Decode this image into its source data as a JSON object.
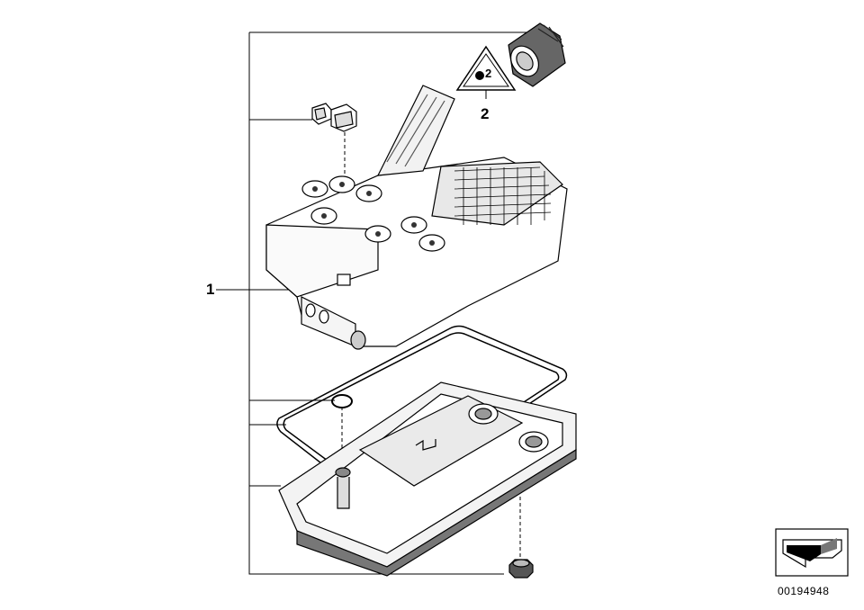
{
  "diagram": {
    "callouts": [
      {
        "id": "1",
        "label": "1"
      },
      {
        "id": "2",
        "label": "2"
      }
    ],
    "warning_symbol_text": "2",
    "diagram_number": "00194948"
  }
}
